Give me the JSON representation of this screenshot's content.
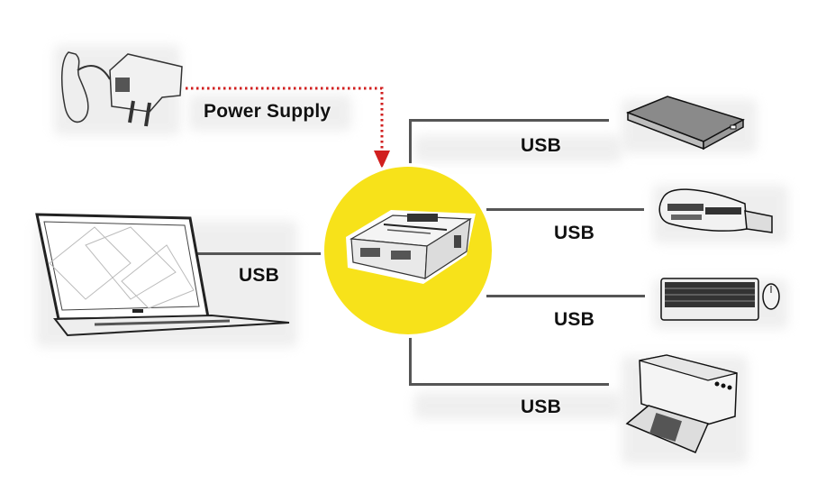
{
  "diagram": {
    "title": "USB hub connection diagram",
    "accent_color": "#F7E21A",
    "arrow_color": "#D11F1F",
    "line_color": "#555555",
    "hub": {
      "name": "USB hub",
      "icon": "usb-hub-icon"
    },
    "power": {
      "label": "Power Supply",
      "icon": "power-adapter-icon"
    },
    "host": {
      "label": "USB",
      "icon": "laptop-icon"
    },
    "devices": [
      {
        "label": "USB",
        "icon": "external-hard-drive-icon"
      },
      {
        "label": "USB",
        "icon": "card-reader-icon"
      },
      {
        "label": "USB",
        "icon": "keyboard-mouse-icon"
      },
      {
        "label": "USB",
        "icon": "printer-icon"
      }
    ]
  }
}
